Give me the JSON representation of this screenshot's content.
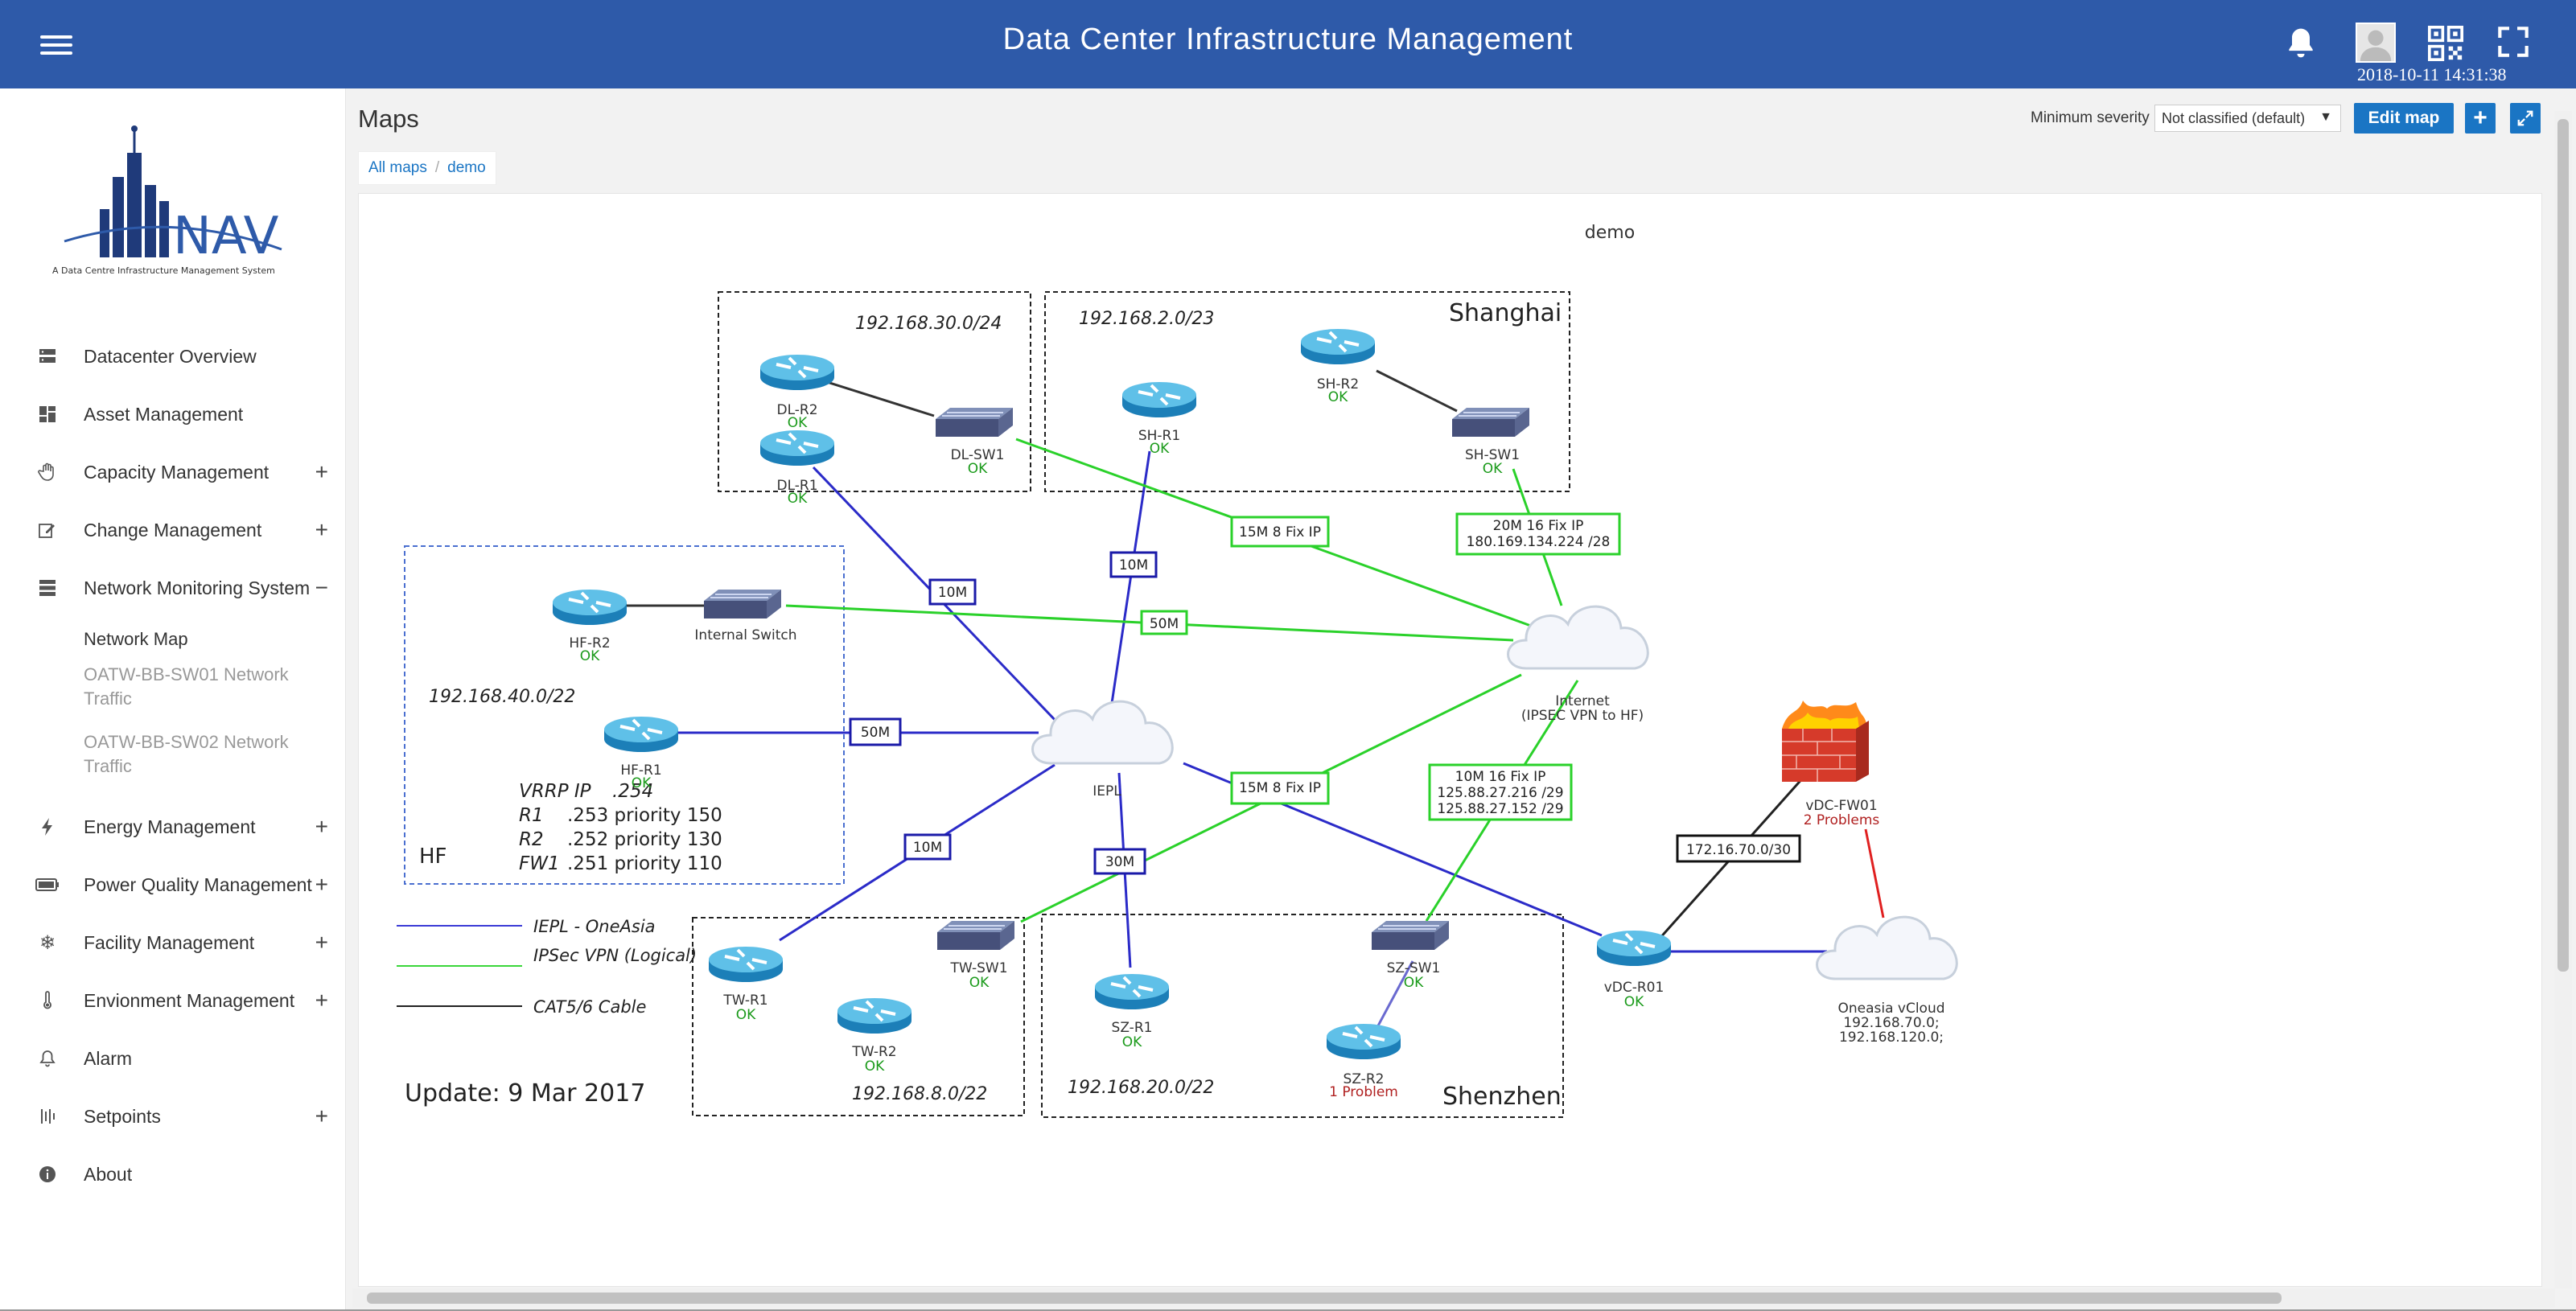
{
  "header": {
    "title": "Data Center Infrastructure Management",
    "datetime": "2018-10-11 14:31:38"
  },
  "sidebar": {
    "logo": {
      "text": "NAV",
      "tagline": "A Data Centre Infrastructure Management System"
    },
    "items": [
      {
        "label": "Datacenter Overview",
        "icon": "datacenter-icon",
        "expandable": false
      },
      {
        "label": "Asset Management",
        "icon": "asset-icon",
        "expandable": false
      },
      {
        "label": "Capacity Management",
        "icon": "hand-icon",
        "expandable": true,
        "expander": "+"
      },
      {
        "label": "Change Management",
        "icon": "edit-icon",
        "expandable": true,
        "expander": "+"
      },
      {
        "label": "Network Monitoring System",
        "icon": "server-icon",
        "expandable": true,
        "expander": "−"
      },
      {
        "label": "Energy Management",
        "icon": "bolt-icon",
        "expandable": true,
        "expander": "+"
      },
      {
        "label": "Power Quality Management",
        "icon": "battery-icon",
        "expandable": true,
        "expander": "+"
      },
      {
        "label": "Facility Management",
        "icon": "snowflake-icon",
        "expandable": true,
        "expander": "+"
      },
      {
        "label": "Envionment Management",
        "icon": "thermometer-icon",
        "expandable": true,
        "expander": "+"
      },
      {
        "label": "Alarm",
        "icon": "bell-icon",
        "expandable": false
      },
      {
        "label": "Setpoints",
        "icon": "sliders-icon",
        "expandable": true,
        "expander": "+"
      },
      {
        "label": "About",
        "icon": "info-icon",
        "expandable": false
      }
    ],
    "subitems": [
      {
        "label": "Network Map",
        "active": true
      },
      {
        "label": "OATW-BB-SW01 Network Traffic",
        "active": false
      },
      {
        "label": "OATW-BB-SW02 Network Traffic",
        "active": false
      }
    ]
  },
  "main": {
    "title": "Maps",
    "severity_label": "Minimum severity",
    "severity_value": "Not classified (default)",
    "edit_button": "Edit map",
    "add_button": "+",
    "breadcrumb": [
      "All maps",
      "demo"
    ]
  },
  "map": {
    "name": "demo",
    "update_note": "Update: 9 Mar 2017",
    "groups": {
      "dl_subnet": "192.168.30.0/24",
      "sh_subnet": "192.168.2.0/23",
      "sh_name": "Shanghai",
      "hf_subnet": "192.168.40.0/22",
      "hf_name": "HF",
      "tw_subnet": "192.168.8.0/22",
      "sz_subnet": "192.168.20.0/22",
      "sz_name": "Shenzhen"
    },
    "vrrp": [
      {
        "k": "VRRP IP",
        "v": ".254"
      },
      {
        "k": "R1",
        "v": ".253 priority 150"
      },
      {
        "k": "R2",
        "v": ".252 priority 130"
      },
      {
        "k": "FW1",
        "v": ".251 priority 110"
      }
    ],
    "legend": [
      {
        "label": "IEPL - OneAsia",
        "color": "#3b3bd6"
      },
      {
        "label": "IPSec VPN (Logical)",
        "color": "#3ad63a"
      },
      {
        "label": "CAT5/6 Cable",
        "color": "#222222"
      }
    ],
    "devices": {
      "dl_r2": {
        "name": "DL-R2",
        "status": "OK"
      },
      "dl_r1": {
        "name": "DL-R1",
        "status": "OK"
      },
      "dl_sw1": {
        "name": "DL-SW1",
        "status": "OK"
      },
      "sh_r1": {
        "name": "SH-R1",
        "status": "OK"
      },
      "sh_r2": {
        "name": "SH-R2",
        "status": "OK"
      },
      "sh_sw1": {
        "name": "SH-SW1",
        "status": "OK"
      },
      "hf_r2": {
        "name": "HF-R2",
        "status": "OK"
      },
      "internal_switch": {
        "name": "Internal Switch"
      },
      "hf_r1": {
        "name": "HF-R1",
        "status": "OK"
      },
      "tw_r1": {
        "name": "TW-R1",
        "status": "OK"
      },
      "tw_r2": {
        "name": "TW-R2",
        "status": "OK"
      },
      "tw_sw1": {
        "name": "TW-SW1",
        "status": "OK"
      },
      "sz_r1": {
        "name": "SZ-R1",
        "status": "OK"
      },
      "sz_r2": {
        "name": "SZ-R2",
        "status": "1 Problem"
      },
      "sz_sw1": {
        "name": "SZ-SW1",
        "status": "OK"
      },
      "vdc_r01": {
        "name": "vDC-R01",
        "status": "OK"
      },
      "vdc_fw01": {
        "name": "vDC-FW01",
        "status": "2 Problems"
      },
      "iepl": {
        "name": "IEPL"
      },
      "internet": {
        "name": "Internet",
        "sub": "(IPSEC VPN to HF)"
      },
      "oneasia": {
        "name": "Oneasia vCloud",
        "sub1": "192.168.70.0;",
        "sub2": "192.168.120.0;"
      }
    },
    "links": {
      "l_10m_dl": "10M",
      "l_10m_sh": "10M",
      "l_50m_hf": "50M",
      "l_50m_int": "50M",
      "l_10m_tw": "10M",
      "l_30m_sz": "30M",
      "l_15m_top": "15M 8 Fix IP",
      "l_15m_mid": "15M 8 Fix IP",
      "l_20m_1": "20M 16 Fix IP",
      "l_20m_2": "180.169.134.224 /28",
      "l_10m16_1": "10M 16 Fix IP",
      "l_10m16_2": "125.88.27.216 /29",
      "l_10m16_3": "125.88.27.152 /29",
      "l_vdc": "172.16.70.0/30"
    }
  }
}
